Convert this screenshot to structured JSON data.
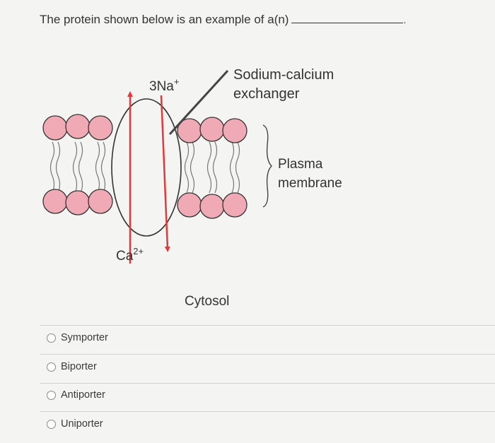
{
  "question": {
    "text": "The protein shown below is an example of a(n)",
    "end": "."
  },
  "diagram": {
    "label_ion_top": "3Na",
    "label_ion_top_sup": "+",
    "label_ion_bottom": "Ca",
    "label_ion_bottom_sup": "2+",
    "label_protein_line1": "Sodium-calcium",
    "label_protein_line2": "exchanger",
    "label_membrane_line1": "Plasma",
    "label_membrane_line2": "membrane",
    "label_cytosol": "Cytosol",
    "colors": {
      "phospholipid_head": "#efaab5",
      "arrow": "#e03a3a",
      "outline": "#333333"
    }
  },
  "options": [
    {
      "label": "Symporter"
    },
    {
      "label": "Biporter"
    },
    {
      "label": "Antiporter"
    },
    {
      "label": "Uniporter"
    }
  ]
}
